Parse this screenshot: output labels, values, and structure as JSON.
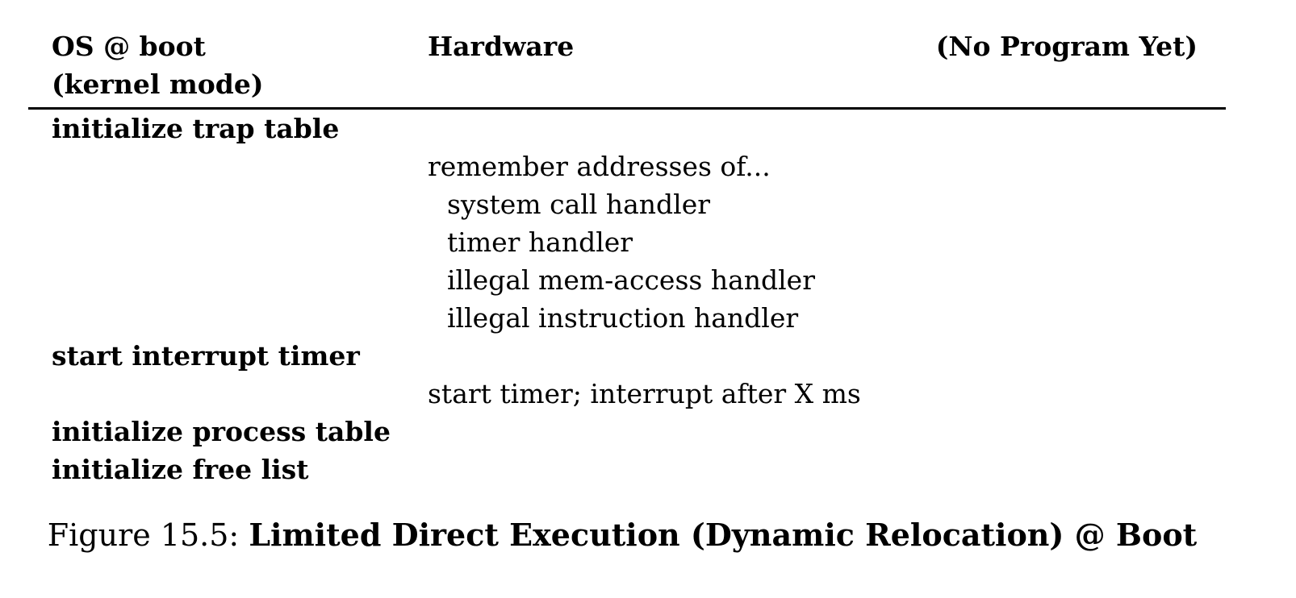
{
  "table": {
    "headers": {
      "os_line1": "OS @ boot",
      "os_line2": "(kernel mode)",
      "hardware": "Hardware",
      "program": "(No Program Yet)"
    },
    "rows": [
      {
        "actor": "os",
        "text": "initialize trap table"
      },
      {
        "actor": "hardware",
        "text": "remember addresses of..."
      },
      {
        "actor": "hardware",
        "text": "system call handler"
      },
      {
        "actor": "hardware",
        "text": "timer handler"
      },
      {
        "actor": "hardware",
        "text": "illegal mem-access handler"
      },
      {
        "actor": "hardware",
        "text": "illegal instruction handler"
      },
      {
        "actor": "os",
        "text": "start interrupt timer"
      },
      {
        "actor": "hardware",
        "text": "start timer; interrupt after X ms"
      },
      {
        "actor": "os",
        "text": "initialize process table"
      },
      {
        "actor": "os",
        "text": "initialize free list"
      }
    ]
  },
  "caption": {
    "prefix": "Figure 15.5: ",
    "title": "Limited Direct Execution (Dynamic Relocation) @ Boot"
  }
}
